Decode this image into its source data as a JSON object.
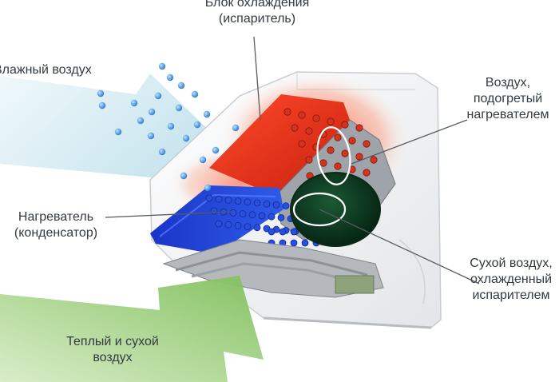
{
  "labels": {
    "evaporator": {
      "line1": "Блок охлаждения",
      "line2": "(испаритель)"
    },
    "humid_air": {
      "line1": "Влажный воздух"
    },
    "heated_air": {
      "line1": "Воздух,",
      "line2": "подогретый",
      "line3": "нагревателем"
    },
    "heater": {
      "line1": "Нагреватель",
      "line2": "(конденсатор)"
    },
    "dry_cooled_air": {
      "line1": "Сухой воздух,",
      "line2": "охлажденный",
      "line3": "испарителем"
    },
    "warm_dry_air": {
      "line1": "Теплый и сухой",
      "line2": "воздух"
    }
  },
  "colors": {
    "hot": "#e8321f",
    "cold": "#1f3fd0",
    "fan": "#0d3b22",
    "warm_arrow": "#9ccc7a",
    "humid_arrow": "#c9e6f0",
    "droplet": "#3d8fd8",
    "text": "#333a40"
  }
}
